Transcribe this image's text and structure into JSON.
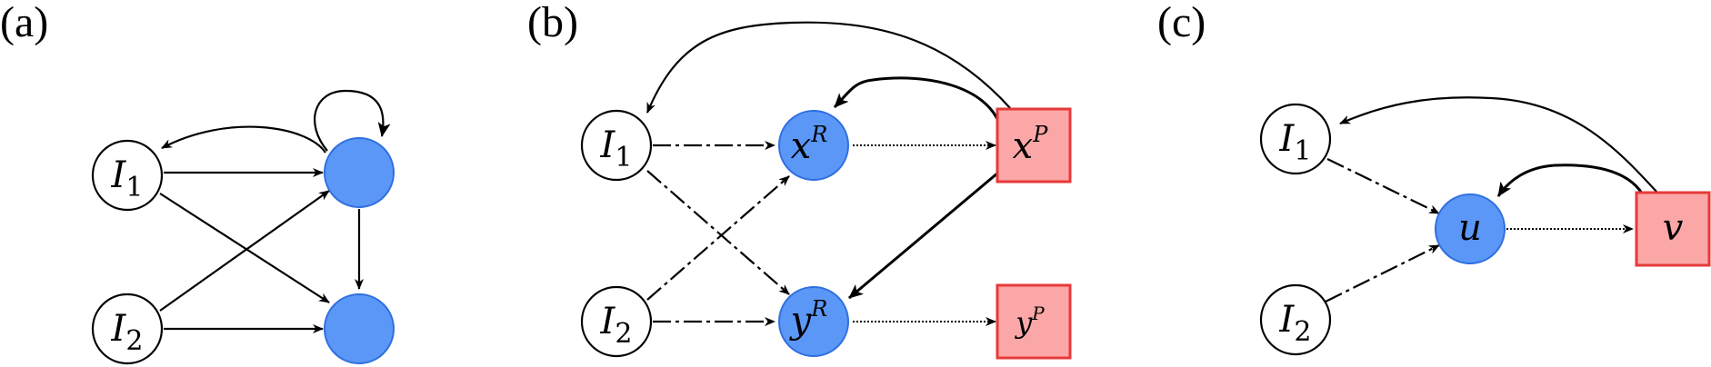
{
  "colors": {
    "blue_fill": "#5b97f7",
    "blue_stroke": "#2f6fe0",
    "red_fill": "#fba7a7",
    "red_stroke": "#e63a3a"
  },
  "panels": {
    "a": {
      "label": "(a)",
      "i1": {
        "main": "I",
        "sub": "1"
      },
      "i2": {
        "main": "I",
        "sub": "2"
      }
    },
    "b": {
      "label": "(b)",
      "i1": {
        "main": "I",
        "sub": "1"
      },
      "i2": {
        "main": "I",
        "sub": "2"
      },
      "xR": {
        "main": "x",
        "sup": "R"
      },
      "yR": {
        "main": "y",
        "sup": "R"
      },
      "xP": {
        "main": "x",
        "sup": "P"
      },
      "yP": {
        "main": "y",
        "sup": "P"
      }
    },
    "c": {
      "label": "(c)",
      "i1": {
        "main": "I",
        "sub": "1"
      },
      "i2": {
        "main": "I",
        "sub": "2"
      },
      "u": {
        "main": "u"
      },
      "v": {
        "main": "v"
      }
    }
  }
}
